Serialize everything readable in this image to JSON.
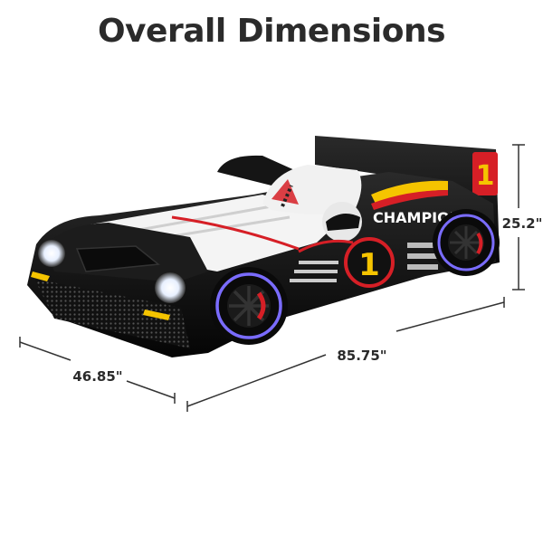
{
  "title": "Overall Dimensions",
  "dimensions": {
    "width": "46.85\"",
    "length": "85.75\"",
    "height": "25.2\""
  },
  "decals": {
    "brand": "CHAMPION",
    "side_number": "1",
    "rear_number": "1"
  },
  "colors": {
    "body": "#111111",
    "accent_red": "#d61f26",
    "accent_yellow": "#f5c400",
    "wheel_glow": "#7a6cff",
    "dim_line": "#333333"
  }
}
